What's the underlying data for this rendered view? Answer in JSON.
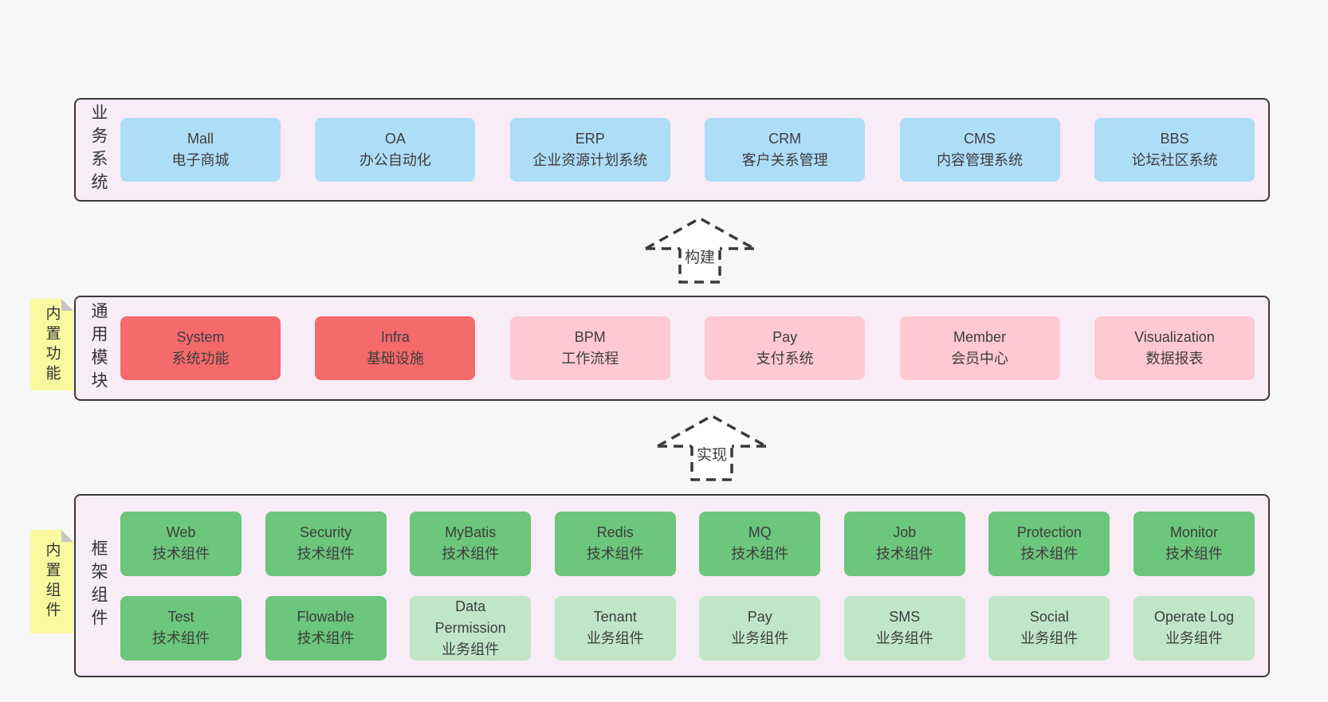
{
  "colors": {
    "page_bg": "#f7f7f7",
    "band_bg": "#f8ecf6",
    "band_border": "#3a3a3a",
    "blue_box": "#aeddf8",
    "red_box": "#f56a6b",
    "pink_box": "#ffc9d3",
    "green_dark_box": "#6cc67c",
    "green_light_box": "#c1e6c7",
    "sticky_yellow": "#fbf9a0",
    "sticky_fold": "#c6c6c6",
    "text": "#3d3d3d"
  },
  "arrows": [
    {
      "label": "构建"
    },
    {
      "label": "实现"
    }
  ],
  "stickies": [
    {
      "label": "内置功能"
    },
    {
      "label": "内置组件"
    }
  ],
  "bands": [
    {
      "label": "业务系统",
      "items": [
        {
          "title": "Mall",
          "subtitle": "电子商城"
        },
        {
          "title": "OA",
          "subtitle": "办公自动化"
        },
        {
          "title": "ERP",
          "subtitle": "企业资源计划系统"
        },
        {
          "title": "CRM",
          "subtitle": "客户关系管理"
        },
        {
          "title": "CMS",
          "subtitle": "内容管理系统"
        },
        {
          "title": "BBS",
          "subtitle": "论坛社区系统"
        }
      ]
    },
    {
      "label": "通用模块",
      "items": [
        {
          "title": "System",
          "subtitle": "系统功能",
          "color": "#f56a6b"
        },
        {
          "title": "Infra",
          "subtitle": "基础设施",
          "color": "#f56a6b"
        },
        {
          "title": "BPM",
          "subtitle": "工作流程",
          "color": "#ffc9d3"
        },
        {
          "title": "Pay",
          "subtitle": "支付系统",
          "color": "#ffc9d3"
        },
        {
          "title": "Member",
          "subtitle": "会员中心",
          "color": "#ffc9d3"
        },
        {
          "title": "Visualization",
          "subtitle": "数据报表",
          "color": "#ffc9d3"
        }
      ]
    },
    {
      "label": "框架组件",
      "rows": [
        [
          {
            "title": "Web",
            "subtitle": "技术组件",
            "color": "#6cc67c"
          },
          {
            "title": "Security",
            "subtitle": "技术组件",
            "color": "#6cc67c"
          },
          {
            "title": "MyBatis",
            "subtitle": "技术组件",
            "color": "#6cc67c"
          },
          {
            "title": "Redis",
            "subtitle": "技术组件",
            "color": "#6cc67c"
          },
          {
            "title": "MQ",
            "subtitle": "技术组件",
            "color": "#6cc67c"
          },
          {
            "title": "Job",
            "subtitle": "技术组件",
            "color": "#6cc67c"
          },
          {
            "title": "Protection",
            "subtitle": "技术组件",
            "color": "#6cc67c"
          },
          {
            "title": "Monitor",
            "subtitle": "技术组件",
            "color": "#6cc67c"
          }
        ],
        [
          {
            "title": "Test",
            "subtitle": "技术组件",
            "color": "#6cc67c"
          },
          {
            "title": "Flowable",
            "subtitle": "技术组件",
            "color": "#6cc67c"
          },
          {
            "title": "Data Permission",
            "subtitle": "业务组件",
            "color": "#c1e6c7"
          },
          {
            "title": "Tenant",
            "subtitle": "业务组件",
            "color": "#c1e6c7"
          },
          {
            "title": "Pay",
            "subtitle": "业务组件",
            "color": "#c1e6c7"
          },
          {
            "title": "SMS",
            "subtitle": "业务组件",
            "color": "#c1e6c7"
          },
          {
            "title": "Social",
            "subtitle": "业务组件",
            "color": "#c1e6c7"
          },
          {
            "title": "Operate Log",
            "subtitle": "业务组件",
            "color": "#c1e6c7"
          }
        ]
      ]
    }
  ]
}
